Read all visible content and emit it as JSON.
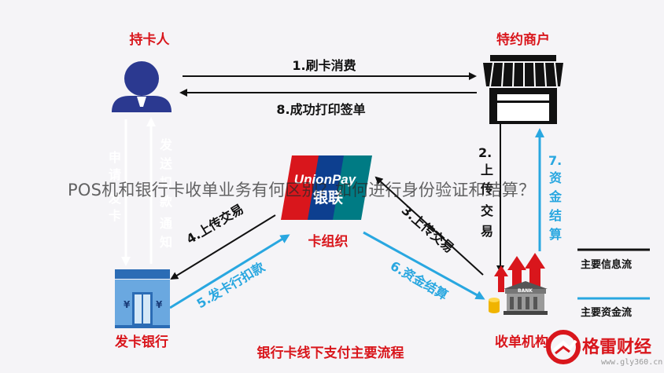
{
  "nodes": {
    "cardholder": "持卡人",
    "merchant": "特约商户",
    "card_org": "卡组织",
    "issuing_bank": "发卡银行",
    "acquirer": "收单机构"
  },
  "arrows": {
    "swipe": "1.刷卡消费",
    "print_receipt": "8.成功打印签单",
    "upload_merchant": [
      "2.",
      "上",
      "传",
      "交",
      "易"
    ],
    "upload_acquirer": "3.上传交易",
    "upload_org": "4.上传交易",
    "issuer_debit": "5.发卡行扣款",
    "fund_settle_org": "6.资金结算",
    "fund_settle_merchant": [
      "7.",
      "资",
      "金",
      "结",
      "算"
    ],
    "apply_card": [
      "申",
      "请",
      "发",
      "卡"
    ],
    "send_card": [
      "发",
      "送",
      "扣",
      "款",
      "通",
      "知"
    ]
  },
  "unionpay_logo": {
    "top": "UnionPay",
    "bottom": "银联"
  },
  "legend": {
    "info_flow": "主要信息流",
    "fund_flow": "主要资金流"
  },
  "footer_title": "银行卡线下支付主要流程",
  "caption": "POS机和银行卡收单业务有何区别？如何进行身份验证和结算？",
  "watermark": {
    "brand": "格雷财经",
    "url": "www.gly360.cn"
  },
  "colors": {
    "red": "#d9161c",
    "blue": "#29a7e0",
    "navy": "#2b3990",
    "black": "#111111"
  }
}
